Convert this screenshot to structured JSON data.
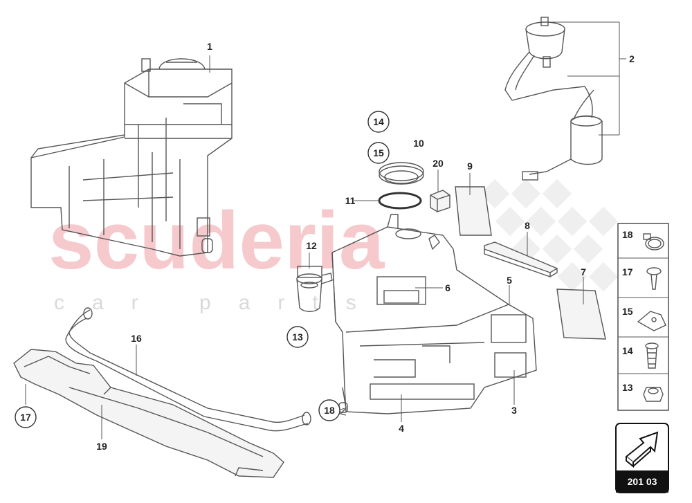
{
  "watermark": {
    "brand": "scuderia",
    "sub": "car parts",
    "color": "#f4b8bd"
  },
  "callouts": {
    "c1": "1",
    "c2": "2",
    "c3": "3",
    "c4": "4",
    "c5": "5",
    "c6": "6",
    "c7": "7",
    "c8": "8",
    "c9": "9",
    "c10": "10",
    "c11": "11",
    "c12": "12",
    "c13": "13",
    "c14": "14",
    "c15": "15",
    "c16": "16",
    "c17": "17",
    "c18": "18",
    "c19": "19",
    "c20": "20"
  },
  "hardware_legend": {
    "items": [
      {
        "num": "18",
        "icon": "hose-clamp-icon"
      },
      {
        "num": "17",
        "icon": "push-pin-icon"
      },
      {
        "num": "15",
        "icon": "key-clip-icon"
      },
      {
        "num": "14",
        "icon": "bolt-icon"
      },
      {
        "num": "13",
        "icon": "nut-icon"
      }
    ]
  },
  "reference": {
    "label": "201 03",
    "icon": "next-page-arrow-icon",
    "box_color": "#111111"
  }
}
